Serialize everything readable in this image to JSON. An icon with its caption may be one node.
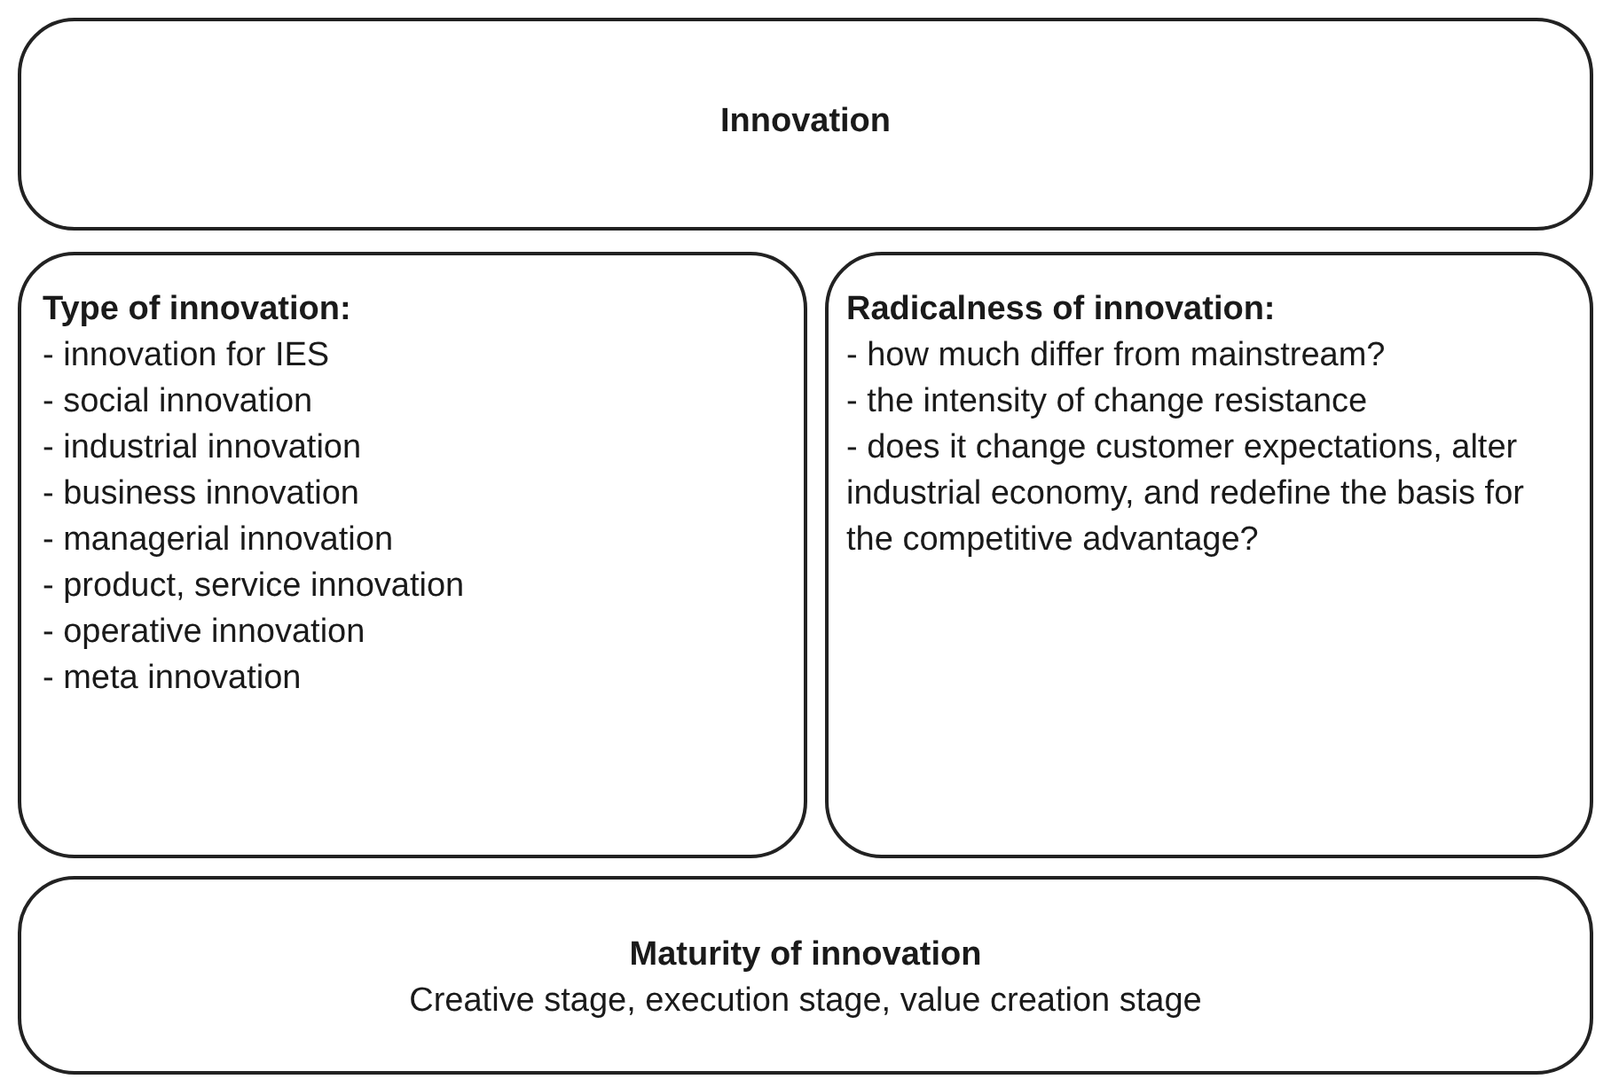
{
  "diagram": {
    "nodes": [
      {
        "text": [
          "Innovation"
        ]
      },
      {
        "text": [
          "Type of innovation:",
          "- innovation for IES",
          "- social innovation",
          "- industrial innovation",
          "- business innovation",
          "- managerial innovation",
          "- product, service innovation",
          "- operative innovation",
          "- meta innovation"
        ]
      },
      {
        "text": [
          "Radicalness of innovation:",
          "- how much differ from mainstream?",
          "- the intensity of change resistance",
          "- does it change customer expectations, alter industrial economy, and redefine the basis for the competitive advantage?"
        ]
      },
      {
        "text": [
          "Maturity of innovation",
          "Creative stage, execution stage, value creation stage"
        ]
      }
    ]
  }
}
